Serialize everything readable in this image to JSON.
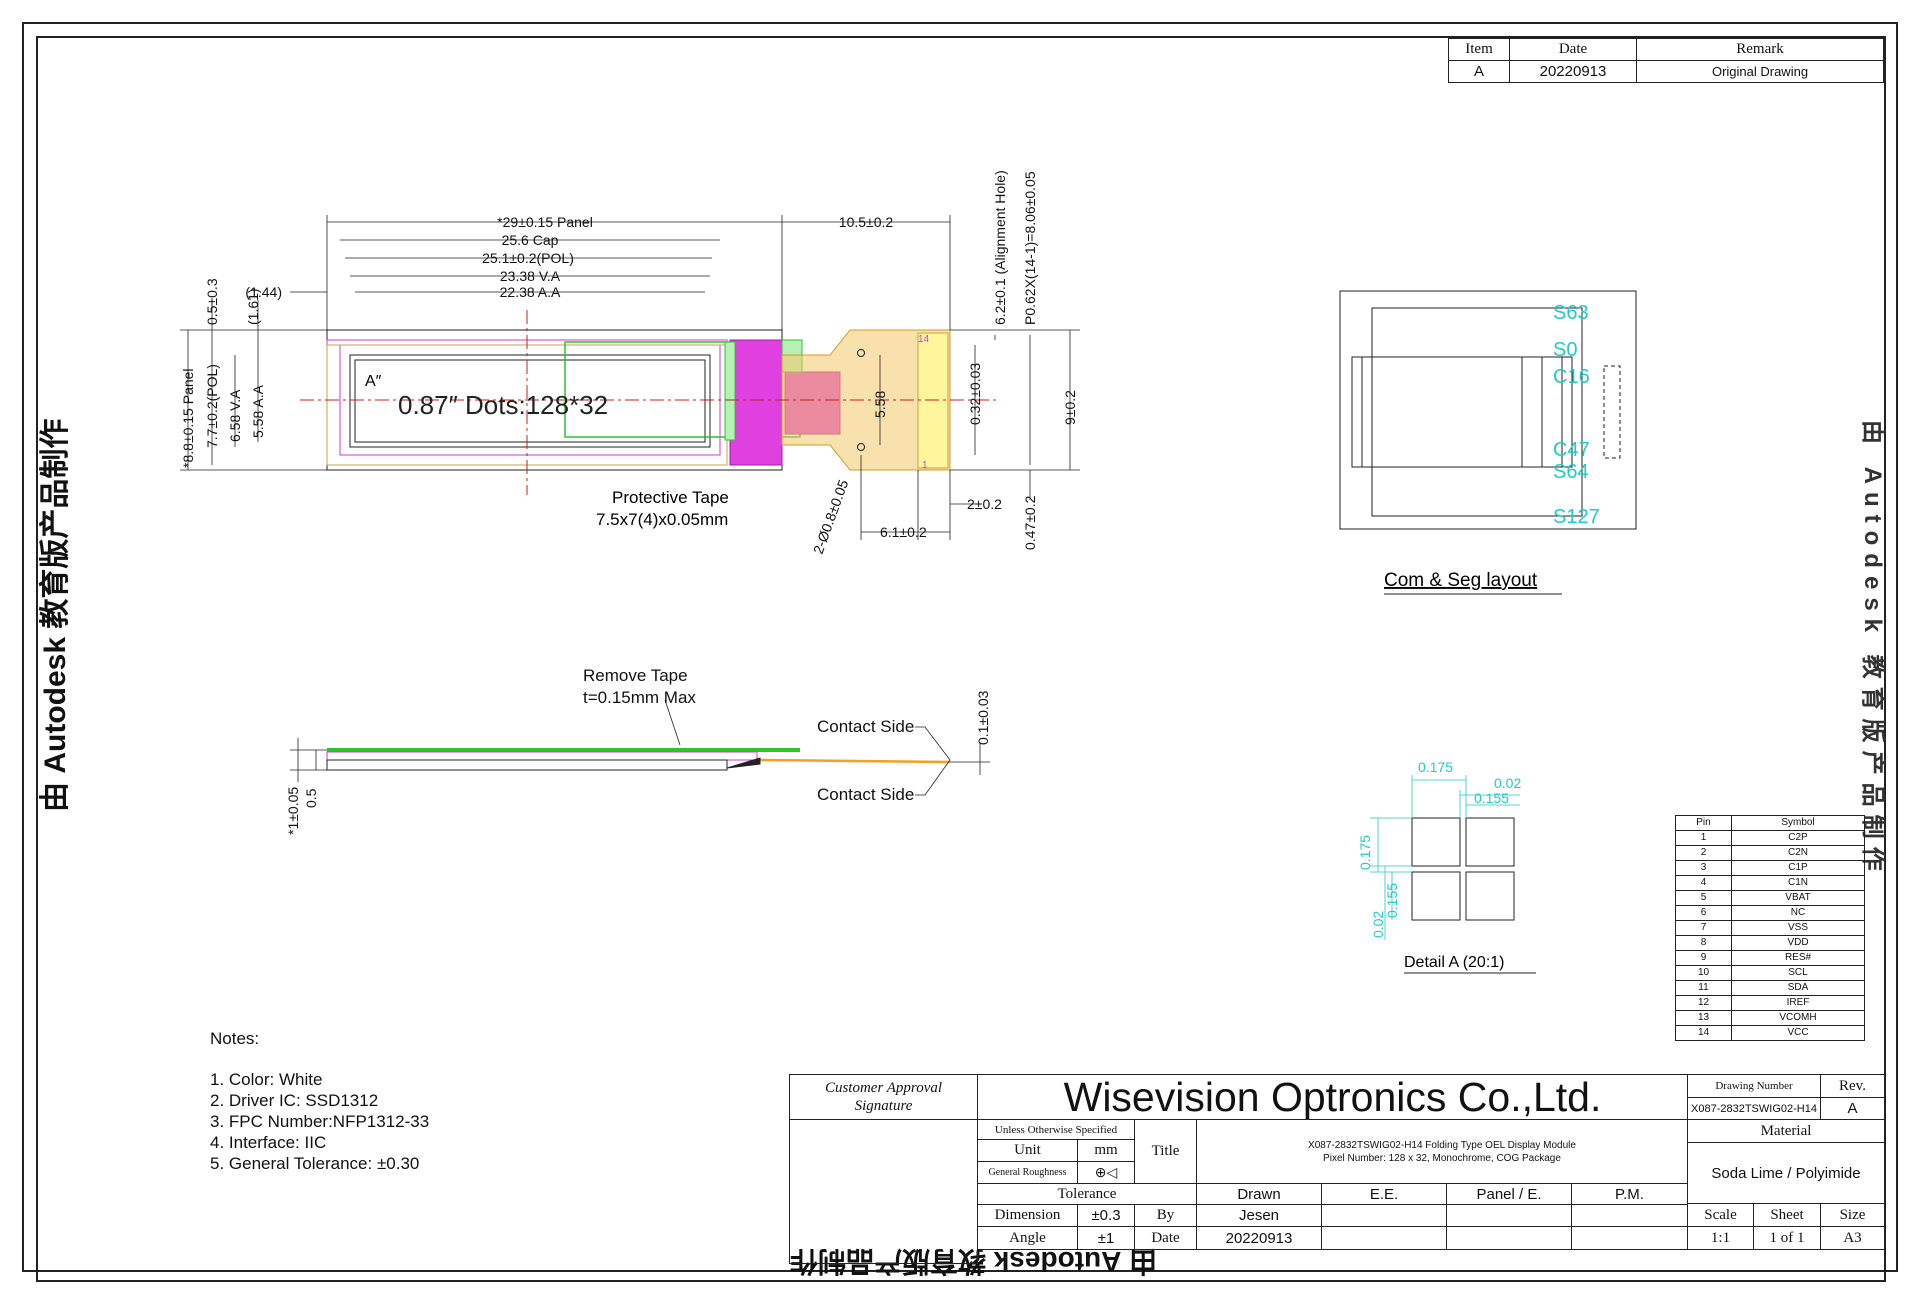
{
  "revision": {
    "headers": [
      "Item",
      "Date",
      "Remark"
    ],
    "row": [
      "A",
      "20220913",
      "Original Drawing"
    ]
  },
  "front_view": {
    "dims_top": [
      "*29±0.15 Panel",
      "25.6 Cap",
      "25.1±0.2(POL)",
      "23.38 V.A",
      "22.38 A.A",
      "(1.44)",
      "10.5±0.2"
    ],
    "dims_left": [
      "*8.8±0.15 Panel",
      "7.7±0.2(POL)",
      "6.58 V.A",
      "5.58 A.A",
      "0.5±0.3",
      "(1.61)"
    ],
    "dims_right": [
      "6.2±0.1 (Alignment Hole)",
      "P0.62X(14-1)=8.06±0.05",
      "0.32±0.03",
      "9±0.2",
      "0.47±0.2",
      "5.58"
    ],
    "dims_bottom": [
      "2±0.2",
      "6.1±0.2",
      "2-Ø0.8±0.05"
    ],
    "display_text": "0.87″ Dots:128*32",
    "detail_mark": "A″",
    "tape_label_1": "Protective Tape",
    "tape_label_2": "7.5x7(4)x0.05mm",
    "pin_14": "14",
    "pin_1": "1"
  },
  "side_view": {
    "remove_tape_1": "Remove Tape",
    "remove_tape_2": "t=0.15mm Max",
    "contact_top": "Contact Side",
    "contact_bottom": "Contact Side",
    "dim_thickness": "0.1±0.03",
    "dim_left_1": "*1±0.05",
    "dim_left_2": "0.5"
  },
  "layout": {
    "caption": "Com & Seg layout",
    "labels": [
      "S63",
      "S0",
      "C16",
      "C47",
      "S64",
      "S127"
    ]
  },
  "detail": {
    "caption": "Detail A (20:1)",
    "dims": [
      "0.175",
      "0.02",
      "0.155",
      "0.175",
      "0.155",
      "0.02"
    ]
  },
  "pins": {
    "headers": [
      "Pin",
      "Symbol"
    ],
    "rows": [
      [
        "1",
        "C2P"
      ],
      [
        "2",
        "C2N"
      ],
      [
        "3",
        "C1P"
      ],
      [
        "4",
        "C1N"
      ],
      [
        "5",
        "VBAT"
      ],
      [
        "6",
        "NC"
      ],
      [
        "7",
        "VSS"
      ],
      [
        "8",
        "VDD"
      ],
      [
        "9",
        "RES#"
      ],
      [
        "10",
        "SCL"
      ],
      [
        "11",
        "SDA"
      ],
      [
        "12",
        "IREF"
      ],
      [
        "13",
        "VCOMH"
      ],
      [
        "14",
        "VCC"
      ]
    ]
  },
  "notes": {
    "title": "Notes:",
    "items": [
      "1. Color: White",
      "2. Driver IC: SSD1312",
      "3. FPC Number:NFP1312-33",
      "4. Interface: IIC",
      "5. General Tolerance: ±0.30"
    ]
  },
  "title_block": {
    "approval": "Customer Approval Signature",
    "company": "Wisevision Optronics Co.,Ltd.",
    "drawing_number_label": "Drawing Number",
    "drawing_number": "X087-2832TSWIG02-H14",
    "rev_label": "Rev.",
    "rev": "A",
    "unless": "Unless Otherwise Specified",
    "unit_label": "Unit",
    "unit": "mm",
    "roughness": "General Roughness",
    "title_label": "Title",
    "title_line1": "X087-2832TSWIG02-H14 Folding Type OEL Display Module",
    "title_line2": "Pixel Number: 128 x 32, Monochrome, COG Package",
    "material_label": "Material",
    "material": "Soda Lime / Polyimide",
    "tolerance": "Tolerance",
    "dimension_label": "Dimension",
    "dimension": "±0.3",
    "angle_label": "Angle",
    "angle": "±1",
    "drawn": "Drawn",
    "ee": "E.E.",
    "panel": "Panel / E.",
    "pm": "P.M.",
    "by_label": "By",
    "by": "Jesen",
    "date_label": "Date",
    "date": "20220913",
    "scale_label": "Scale",
    "scale": "1:1",
    "sheet_label": "Sheet",
    "sheet": "1 of 1",
    "size_label": "Size",
    "size": "A3"
  },
  "watermark": {
    "left": "由 Autodesk 教育版产品制作",
    "bottom": "由 Autodesk 教育版产品制作",
    "right": "由 Autodesk 教育版产品制作"
  }
}
